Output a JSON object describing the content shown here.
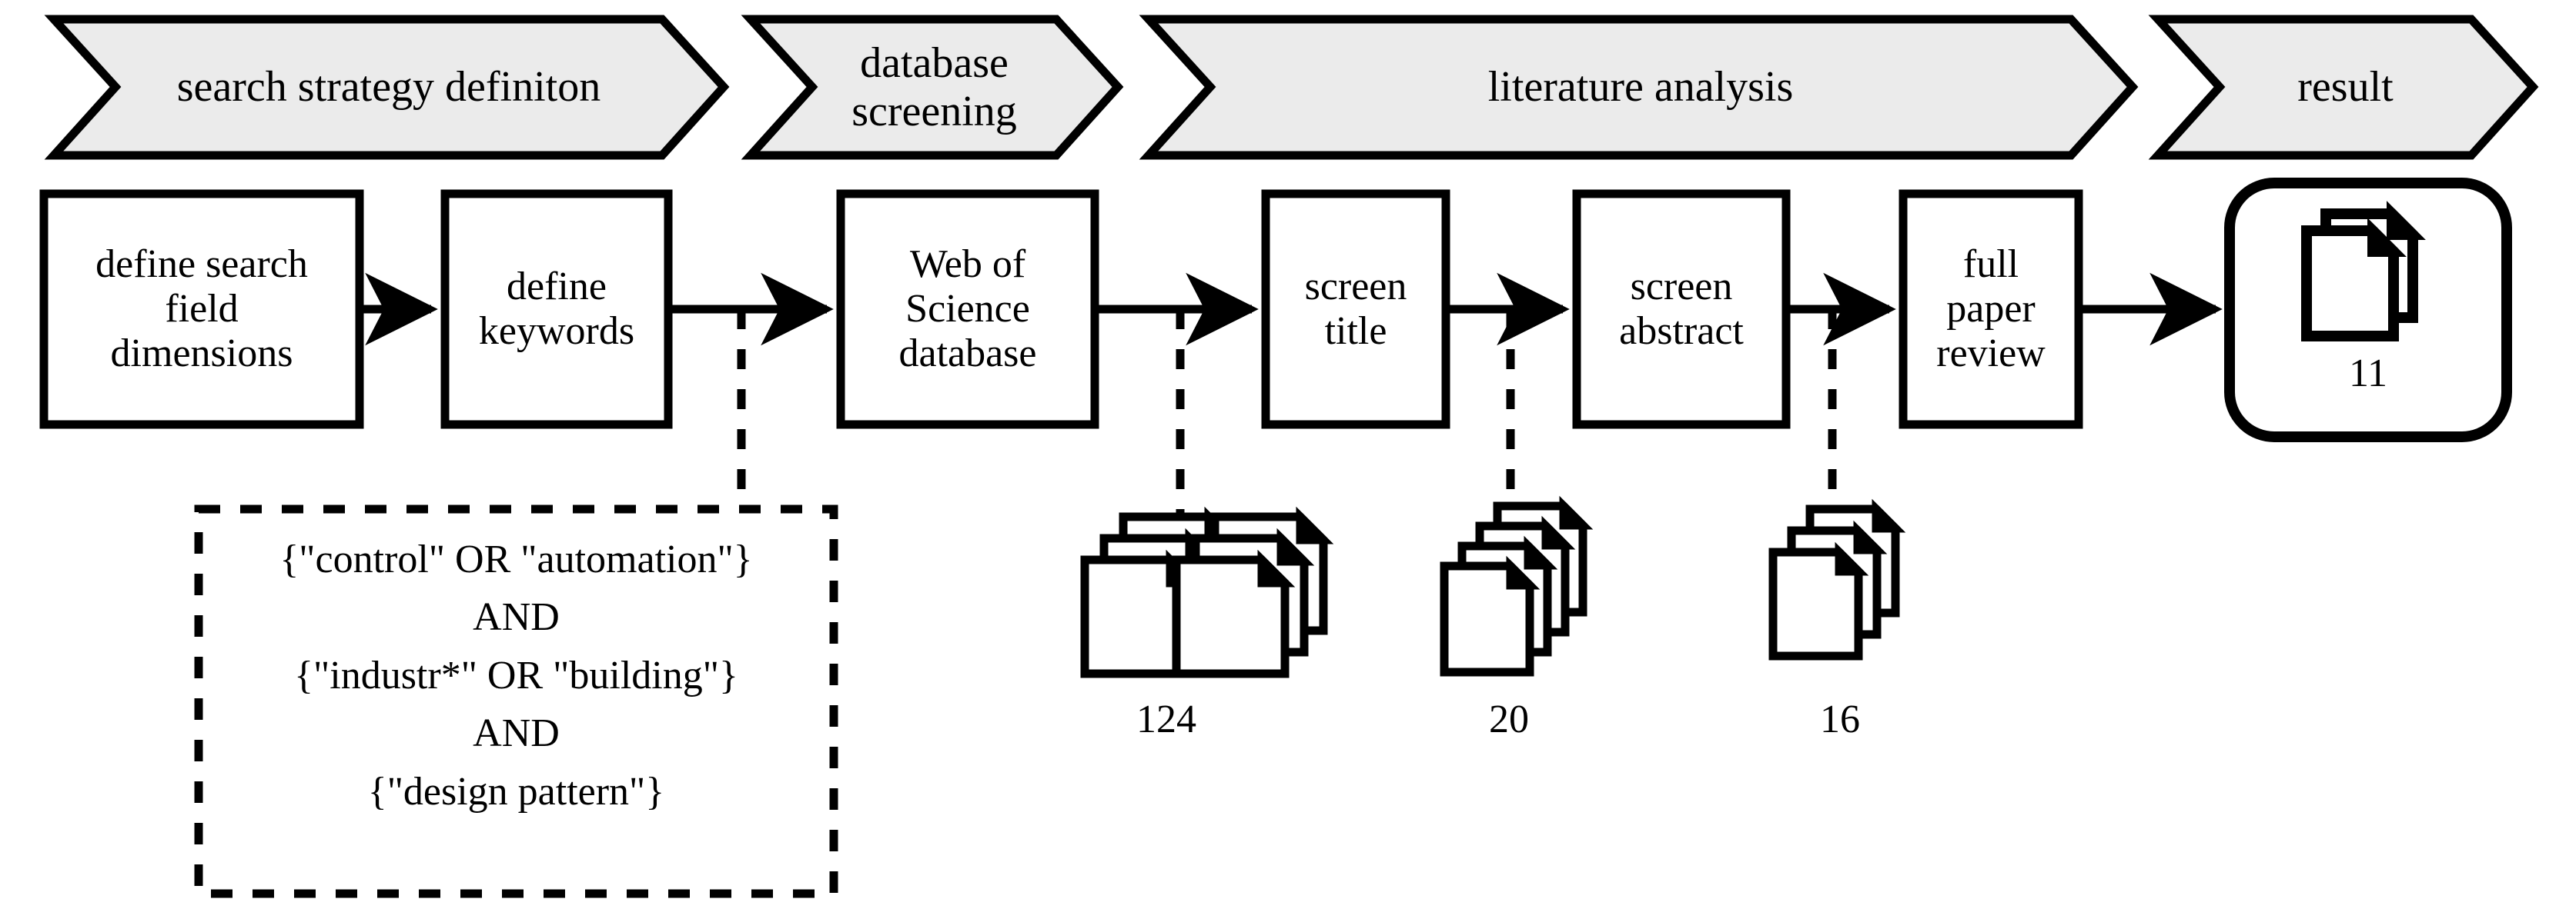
{
  "phases": [
    {
      "label": "search strategy definiton"
    },
    {
      "label": "database\nscreening",
      "line1": "database",
      "line2": "screening"
    },
    {
      "label": "literature analysis"
    },
    {
      "label": "result"
    }
  ],
  "steps": [
    {
      "name": "define-search-field-dimensions",
      "lines": [
        "define search",
        "field",
        "dimensions"
      ]
    },
    {
      "name": "define-keywords",
      "lines": [
        "define",
        "keywords"
      ]
    },
    {
      "name": "web-of-science-database",
      "lines": [
        "Web of",
        "Science",
        "database"
      ]
    },
    {
      "name": "screen-title",
      "lines": [
        "screen",
        "title"
      ]
    },
    {
      "name": "screen-abstract",
      "lines": [
        "screen",
        "abstract"
      ]
    },
    {
      "name": "full-paper-review",
      "lines": [
        "full",
        "paper",
        "review"
      ]
    }
  ],
  "result": {
    "count": "11",
    "docs": 2
  },
  "document_stacks": [
    {
      "name": "records-retrieved",
      "count": "124",
      "docs": 6
    },
    {
      "name": "titles-screened",
      "count": "20",
      "docs": 4
    },
    {
      "name": "abstracts-screened",
      "count": "16",
      "docs": 3
    }
  ],
  "search_query": {
    "lines": [
      "{\"control\" OR \"automation\"}",
      "AND",
      "{\"industr*\" OR \"building\"}",
      "AND",
      "{\"design pattern\"}"
    ]
  },
  "colors": {
    "band_fill": "#ebebeb",
    "stroke": "#000000",
    "box_fill": "#ffffff",
    "page": "#ffffff"
  }
}
